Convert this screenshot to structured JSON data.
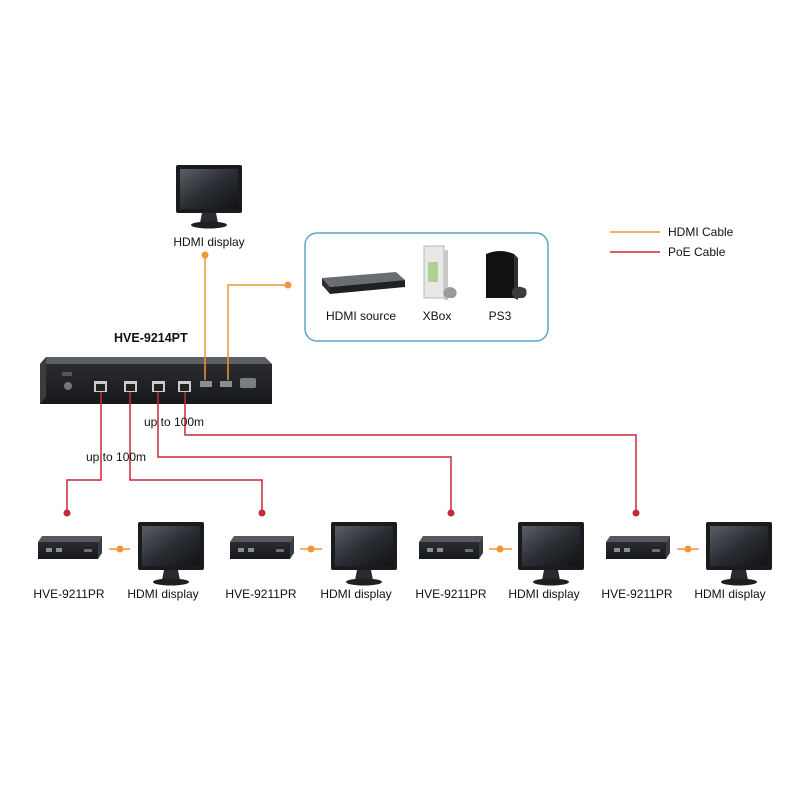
{
  "legend": {
    "hdmi_label": "HDMI Cable",
    "poe_label": "PoE Cable",
    "hdmi_color": "#f0953a",
    "poe_color": "#c8283a"
  },
  "top_display": {
    "label": "HDMI display"
  },
  "sources": {
    "items": [
      {
        "label": "HDMI source",
        "icon": "hdmi-source-box-icon"
      },
      {
        "label": "XBox",
        "icon": "xbox-console-icon"
      },
      {
        "label": "PS3",
        "icon": "ps3-console-icon"
      }
    ],
    "border_color": "#5aa6c8"
  },
  "transmitter": {
    "label": "HVE-9214PT"
  },
  "distance_labels": [
    "up to 100m",
    "up to 100m"
  ],
  "receivers": [
    {
      "device_label": "HVE-9211PR",
      "display_label": "HDMI display"
    },
    {
      "device_label": "HVE-9211PR",
      "display_label": "HDMI display"
    },
    {
      "device_label": "HVE-9211PR",
      "display_label": "HDMI display"
    },
    {
      "device_label": "HVE-9211PR",
      "display_label": "HDMI display"
    }
  ]
}
